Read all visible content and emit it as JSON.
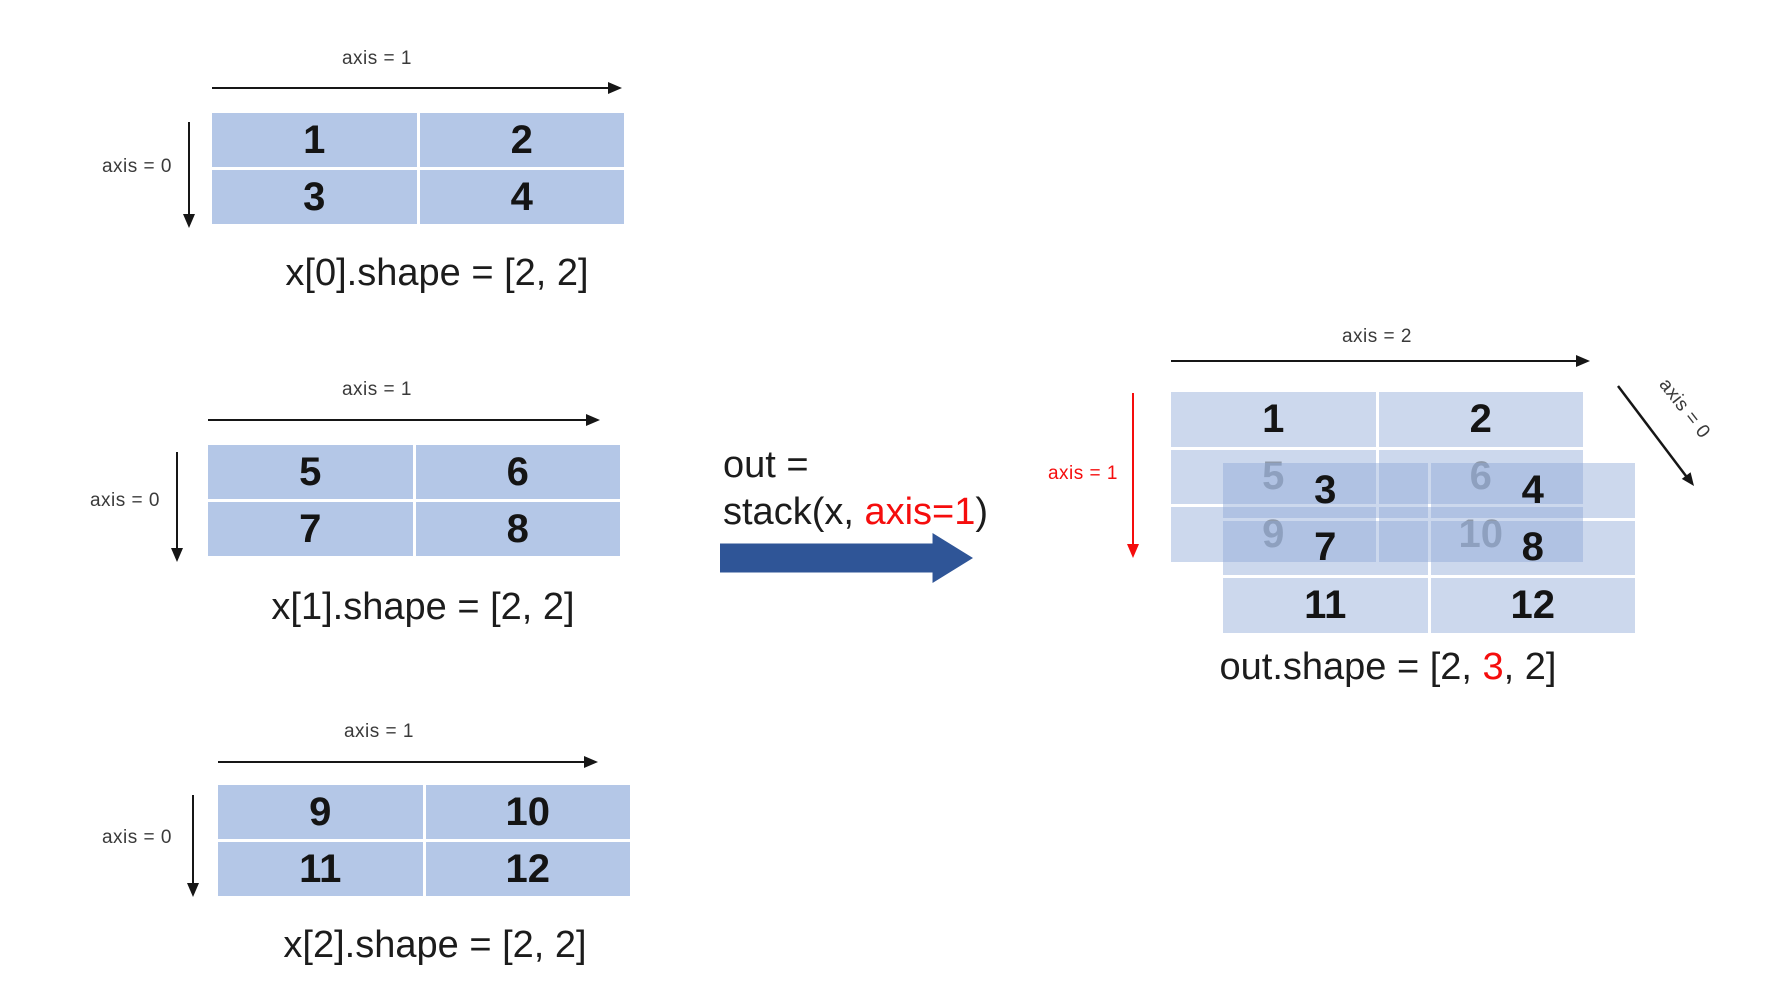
{
  "inputs": [
    {
      "axis_top_label": "axis = 1",
      "axis_left_label": "axis = 0",
      "rows": [
        [
          "1",
          "2"
        ],
        [
          "3",
          "4"
        ]
      ],
      "caption": "x[0].shape = [2, 2]"
    },
    {
      "axis_top_label": "axis = 1",
      "axis_left_label": "axis = 0",
      "rows": [
        [
          "5",
          "6"
        ],
        [
          "7",
          "8"
        ]
      ],
      "caption": "x[1].shape = [2, 2]"
    },
    {
      "axis_top_label": "axis = 1",
      "axis_left_label": "axis = 0",
      "rows": [
        [
          "9",
          "10"
        ],
        [
          "11",
          "12"
        ]
      ],
      "caption": "x[2].shape = [2, 2]"
    }
  ],
  "operation": {
    "line1": "out =",
    "line2_prefix": "stack(x, ",
    "line2_highlight": "axis=1",
    "line2_suffix": ")"
  },
  "output": {
    "axis_top_label": "axis = 2",
    "axis_side_label": "axis = 1",
    "axis_depth_label": "axis = 0",
    "back_layer_rows": [
      [
        "1",
        "2"
      ],
      [
        "5",
        "6"
      ],
      [
        "9",
        "10"
      ]
    ],
    "front_layer_rows": [
      [
        "3",
        "4"
      ],
      [
        "7",
        "8"
      ],
      [
        "11",
        "12"
      ]
    ],
    "caption_prefix": "out.shape = [2, ",
    "caption_highlight": "3",
    "caption_suffix": ", 2]"
  },
  "colors": {
    "cell_fill": "#b4c7e7",
    "layer_fill": "rgba(142,168,215,0.45)",
    "accent_red": "#f50d0d",
    "arrow_blue": "#2f5597",
    "ghost_text": "#8f9aab"
  }
}
